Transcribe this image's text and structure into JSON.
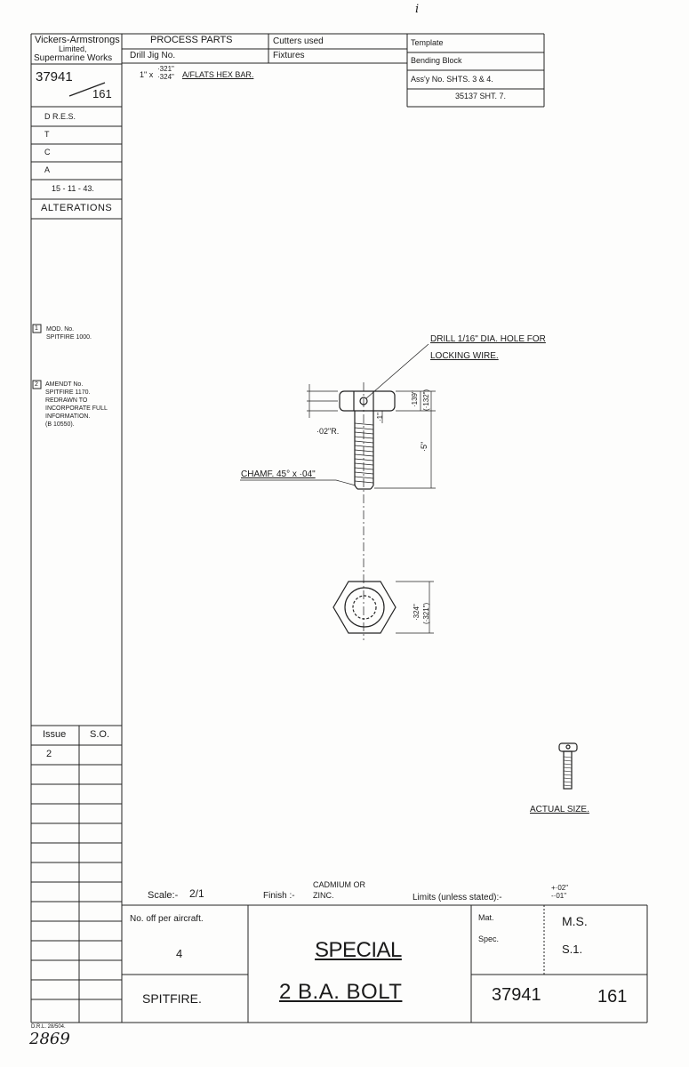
{
  "page_mark": "i",
  "header": {
    "company_line1": "Vickers-Armstrongs",
    "company_line2": "Limited,",
    "company_line3": "Supermarine Works",
    "drawing_no": "37941",
    "sheet_sub": "161",
    "process_parts": "PROCESS PARTS",
    "cutters_used": "Cutters used",
    "template": "Template",
    "drill_jig": "Drill Jig No.",
    "fixtures": "Fixtures",
    "bending_block": "Bending Block",
    "material_spec": "1\" x {·321\" / ·324\"} A/FLATS HEX BAR.",
    "material_a": "1\" x",
    "material_b": "·321\"",
    "material_c": "·324\"",
    "material_d": "A/FLATS HEX BAR.",
    "assy_no": "Ass'y No. SHTS. 3 & 4.",
    "assy_ref": "35137 SHT. 7."
  },
  "left_column": {
    "rows": [
      "D R.E.S.",
      "T",
      "C",
      "A",
      "15 - 11 - 43."
    ],
    "alterations": "ALTERATIONS",
    "mod1": {
      "num": "1",
      "text": [
        "MOD. No.",
        "SPITFIRE 1000."
      ]
    },
    "mod2": {
      "num": "2",
      "text": [
        "AMENDT No.",
        "SPITFIRE 1170.",
        "REDRAWN TO",
        "INCORPORATE FULL",
        "INFORMATION.",
        "(B 10550)."
      ]
    },
    "issue_label": "Issue",
    "so_label": "S.O.",
    "issue_value": "2"
  },
  "drawing": {
    "note_drill_1": "DRILL 1/16\" DIA. HOLE FOR",
    "note_drill_2": "LOCKING WIRE.",
    "radius": "·02\"R.",
    "chamfer": "CHAMF. 45° x ·04\"",
    "dim_head1": "·139\"",
    "dim_head2": "(·132\")",
    "dim_len": "·5\"",
    "dim_small": "·1\"",
    "dim_hex1": "·324\"",
    "dim_hex2": "(·321\")",
    "actual_size": "ACTUAL SIZE."
  },
  "footer": {
    "scale_label": "Scale:-",
    "scale_value": "2/1",
    "finish_label": "Finish :-",
    "finish_1": "CADMIUM OR",
    "finish_2": "ZINC.",
    "limits_label": "Limits (unless stated):-",
    "limits_plus": "+·02\"",
    "limits_minus": "-·01\"",
    "no_off_label": "No. off per aircraft.",
    "no_off_value": "4",
    "aircraft": "SPITFIRE.",
    "title_1": "SPECIAL",
    "title_2": "2 B.A. BOLT",
    "mat_label": "Mat.",
    "mat_value": "M.S.",
    "spec_label": "Spec.",
    "spec_value": "S.1.",
    "drawing_no": "37941",
    "sheet_no": "161",
    "form_ref": "D.R.L. 28/504.",
    "handwritten": "2869"
  }
}
